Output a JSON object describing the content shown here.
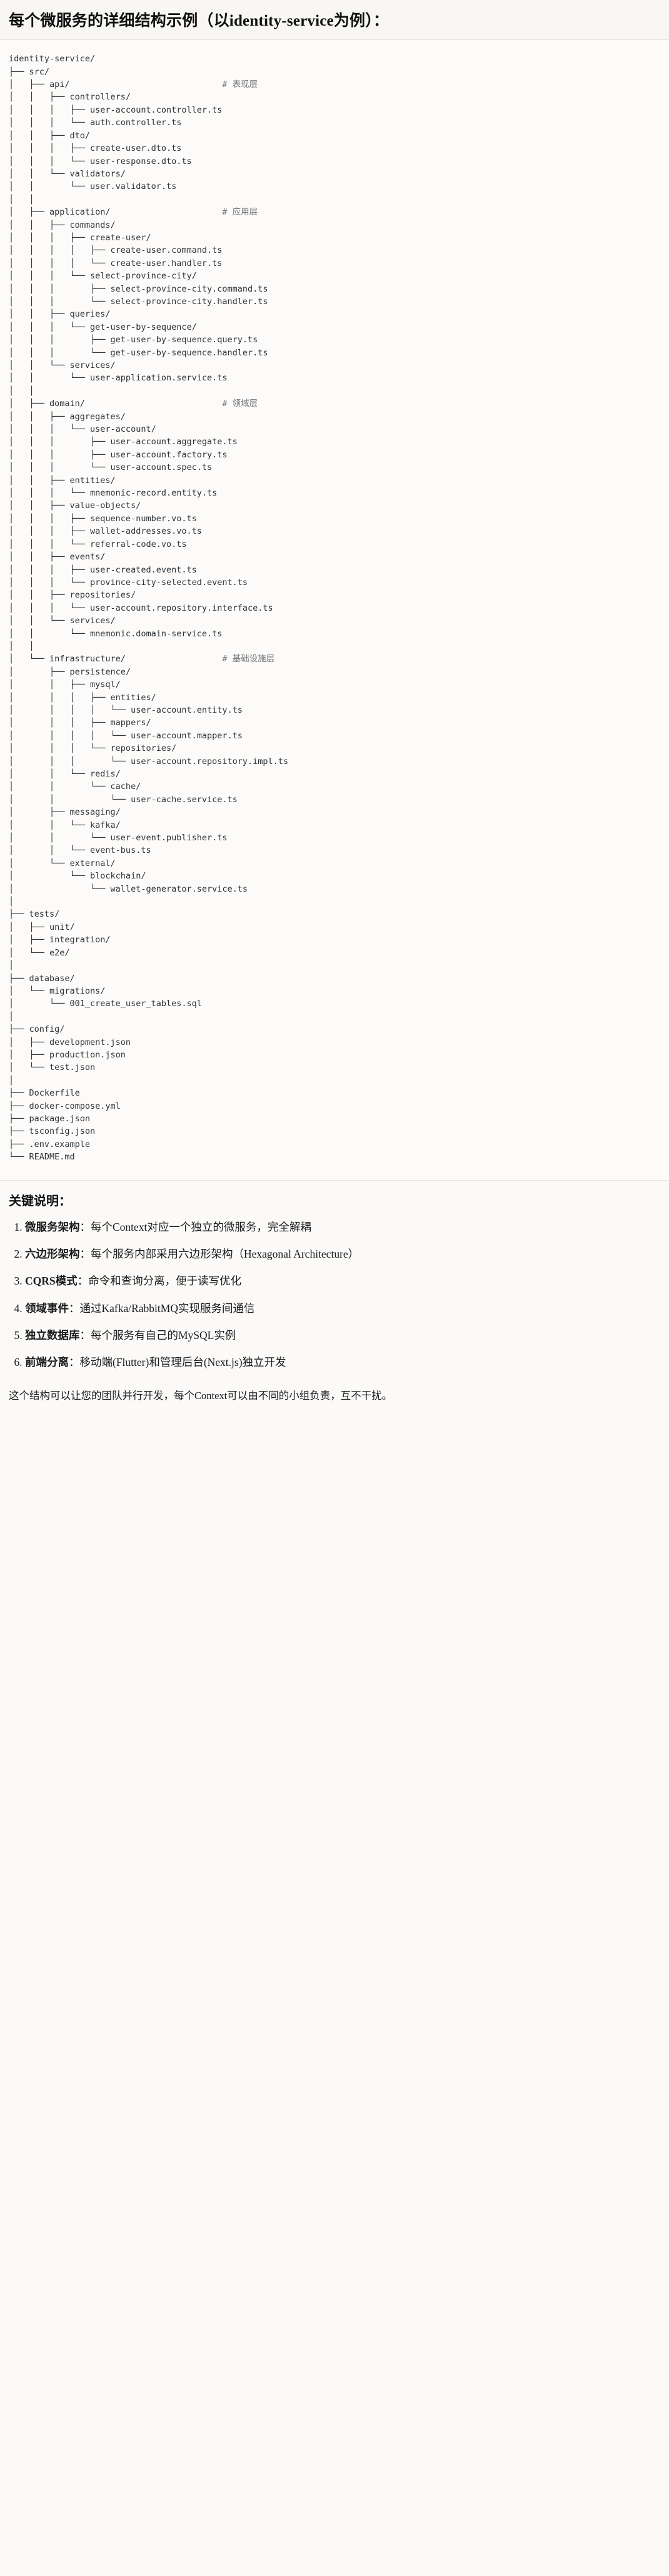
{
  "header": {
    "title": "每个微服务的详细结构示例（以identity-service为例）："
  },
  "tree": {
    "root": "identity-service/",
    "comments": [
      "# 表现层",
      "# 应用层",
      "# 领域层",
      "# 基础设施层"
    ],
    "text": "identity-service/\n├── src/\n│   ├── api/                              # 表现层\n│   │   ├── controllers/\n│   │   │   ├── user-account.controller.ts\n│   │   │   └── auth.controller.ts\n│   │   ├── dto/\n│   │   │   ├── create-user.dto.ts\n│   │   │   └── user-response.dto.ts\n│   │   └── validators/\n│   │       └── user.validator.ts\n│   │\n│   ├── application/                      # 应用层\n│   │   ├── commands/\n│   │   │   ├── create-user/\n│   │   │   │   ├── create-user.command.ts\n│   │   │   │   └── create-user.handler.ts\n│   │   │   └── select-province-city/\n│   │   │       ├── select-province-city.command.ts\n│   │   │       └── select-province-city.handler.ts\n│   │   ├── queries/\n│   │   │   └── get-user-by-sequence/\n│   │   │       ├── get-user-by-sequence.query.ts\n│   │   │       └── get-user-by-sequence.handler.ts\n│   │   └── services/\n│   │       └── user-application.service.ts\n│   │\n│   ├── domain/                           # 领域层\n│   │   ├── aggregates/\n│   │   │   └── user-account/\n│   │   │       ├── user-account.aggregate.ts\n│   │   │       ├── user-account.factory.ts\n│   │   │       └── user-account.spec.ts\n│   │   ├── entities/\n│   │   │   └── mnemonic-record.entity.ts\n│   │   ├── value-objects/\n│   │   │   ├── sequence-number.vo.ts\n│   │   │   ├── wallet-addresses.vo.ts\n│   │   │   └── referral-code.vo.ts\n│   │   ├── events/\n│   │   │   ├── user-created.event.ts\n│   │   │   └── province-city-selected.event.ts\n│   │   ├── repositories/\n│   │   │   └── user-account.repository.interface.ts\n│   │   └── services/\n│   │       └── mnemonic.domain-service.ts\n│   │\n│   └── infrastructure/                   # 基础设施层\n│       ├── persistence/\n│       │   ├── mysql/\n│       │   │   ├── entities/\n│       │   │   │   └── user-account.entity.ts\n│       │   │   ├── mappers/\n│       │   │   │   └── user-account.mapper.ts\n│       │   │   └── repositories/\n│       │   │       └── user-account.repository.impl.ts\n│       │   └── redis/\n│       │       └── cache/\n│       │           └── user-cache.service.ts\n│       ├── messaging/\n│       │   └── kafka/\n│       │       └── user-event.publisher.ts\n│       │   └── event-bus.ts\n│       └── external/\n│           └── blockchain/\n│               └── wallet-generator.service.ts\n│\n├── tests/\n│   ├── unit/\n│   ├── integration/\n│   └── e2e/\n│\n├── database/\n│   └── migrations/\n│       └── 001_create_user_tables.sql\n│\n├── config/\n│   ├── development.json\n│   ├── production.json\n│   └── test.json\n│\n├── Dockerfile\n├── docker-compose.yml\n├── package.json\n├── tsconfig.json\n├── .env.example\n└── README.md"
  },
  "keypoints": {
    "heading": "关键说明：",
    "items": [
      {
        "term": "微服务架构",
        "sep": "：",
        "desc": "每个Context对应一个独立的微服务，完全解耦"
      },
      {
        "term": "六边形架构",
        "sep": "：",
        "desc": "每个服务内部采用六边形架构（Hexagonal Architecture）"
      },
      {
        "term": "CQRS模式",
        "sep": "：",
        "desc": "命令和查询分离，便于读写优化"
      },
      {
        "term": "领域事件",
        "sep": "：",
        "desc": "通过Kafka/RabbitMQ实现服务间通信"
      },
      {
        "term": "独立数据库",
        "sep": "：",
        "desc": "每个服务有自己的MySQL实例"
      },
      {
        "term": "前端分离",
        "sep": "：",
        "desc": "移动端(Flutter)和管理后台(Next.js)独立开发"
      }
    ]
  },
  "closing": {
    "text": "这个结构可以让您的团队并行开发，每个Context可以由不同的小组负责，互不干扰。"
  }
}
